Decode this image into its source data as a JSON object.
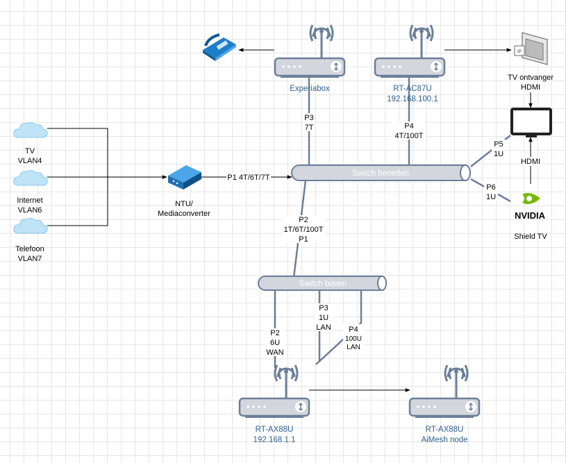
{
  "devices": {
    "experiabox": {
      "name": "Experiabox"
    },
    "rt_ac87u": {
      "name": "RT-AC87U",
      "ip": "192.168.100.1"
    },
    "tv_receiver": {
      "line1": "TV ontvanger",
      "line2": "HDMI"
    },
    "hdmi_shield": "HDMI",
    "shield": {
      "name": "Shield TV",
      "logo_text": "NVIDIA"
    },
    "ntu": {
      "line1": "NTU/",
      "line2": "Mediaconverter"
    },
    "rt_ax88u": {
      "name": "RT-AX88U",
      "ip": "192.168.1.1"
    },
    "aimesh": {
      "name": "RT-AX88U",
      "role": "AiMesh node"
    }
  },
  "clouds": [
    {
      "line1": "TV",
      "line2": "VLAN4"
    },
    {
      "line1": "Internet",
      "line2": "VLAN6"
    },
    {
      "line1": "Telefoon",
      "line2": "VLAN7"
    }
  ],
  "switches": {
    "beneden": "Switch beneden",
    "boven": "Switch boven"
  },
  "links": {
    "p1": "P1 4T/6T/7T",
    "p3_exp": [
      "P3",
      "7T"
    ],
    "p4_ac": [
      "P4",
      "4T/100T"
    ],
    "p5": [
      "P5",
      "1U"
    ],
    "p6": [
      "P6",
      "1U"
    ],
    "p2_p1": [
      "P2",
      "1T/6T/100T",
      "P1"
    ],
    "p2_wan": [
      "P2",
      "6U",
      "WAN"
    ],
    "p3_lan": [
      "P3",
      "1U",
      "LAN"
    ],
    "p4_lan": [
      "P4",
      "100U",
      "LAN"
    ]
  },
  "colors": {
    "device": "#6b7f99",
    "device_fill": "#d3d6dc",
    "label_blue": "#2f5f8f",
    "nvidia_green": "#76b900"
  }
}
